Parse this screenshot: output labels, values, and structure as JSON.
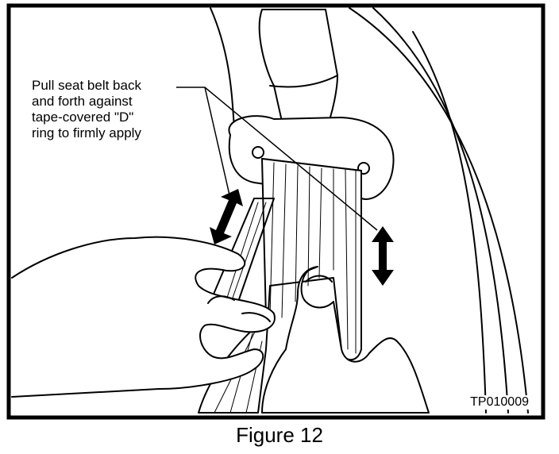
{
  "figure": {
    "callout_text": "Pull seat belt back\nand forth against\ntape-covered \"D\"\nring to firmly apply",
    "reference_code": "TP010009",
    "caption": "Figure 12"
  },
  "colors": {
    "ink": "#000000",
    "paper": "#ffffff"
  },
  "icons": [
    "double-headed-arrow"
  ]
}
